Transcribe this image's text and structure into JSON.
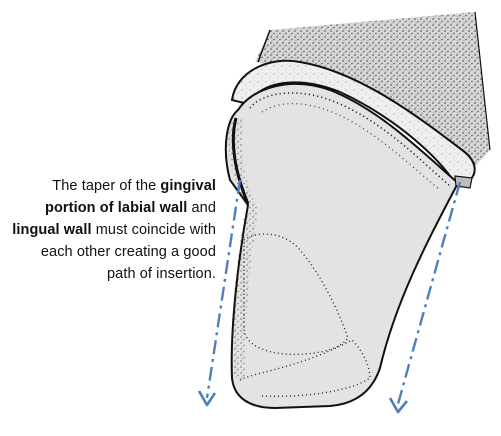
{
  "caption": {
    "part1": "The taper of the ",
    "bold1": "gingival portion of labial  wall",
    "part2": " and ",
    "bold2": "lingual wall",
    "part3": " must coincide with each other creating a good path of insertion."
  },
  "colors": {
    "outline": "#111111",
    "tooth_fill": "#e3e3e3",
    "stipple": "#1a1a1a",
    "arrow": "#4f7fbf",
    "text": "#111111"
  },
  "icons": {
    "path_arrow": "dash-dot-arrow"
  }
}
